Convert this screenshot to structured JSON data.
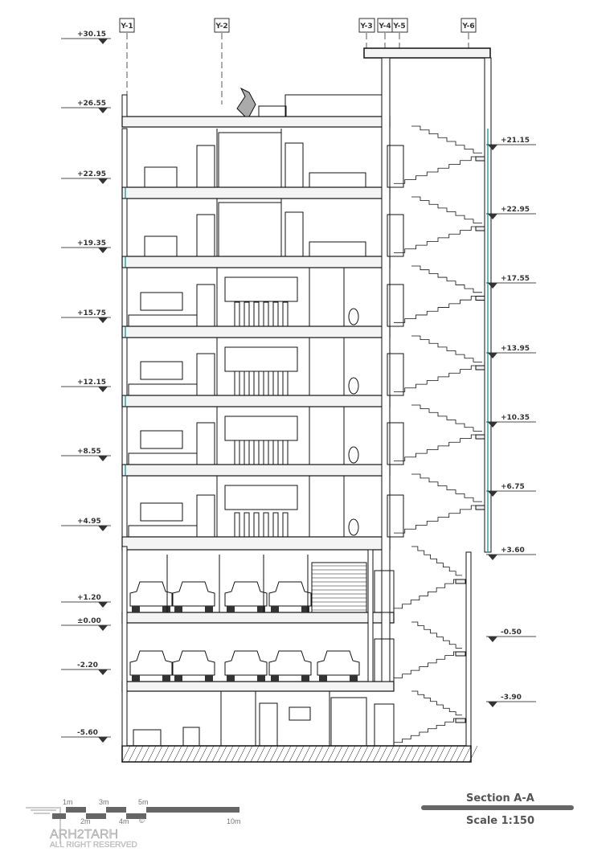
{
  "grid_axes": [
    "Y-1",
    "Y-2",
    "Y-3",
    "Y-4",
    "Y-5",
    "Y-6"
  ],
  "levels_left": [
    "+30.15",
    "+26.55",
    "+22.95",
    "+19.35",
    "+15.75",
    "+12.15",
    "+8.55",
    "+4.95",
    "+1.20",
    "±0.00",
    "-2.20",
    "-5.60"
  ],
  "levels_right": [
    "+21.15",
    "+22.95",
    "+17.55",
    "+13.95",
    "+10.35",
    "+6.75",
    "+3.60",
    "-0.50",
    "-3.90"
  ],
  "scale_bar": {
    "ticks_top": [
      "1m",
      "3m",
      "5m"
    ],
    "ticks_bottom": [
      "2m",
      "4m",
      "10m"
    ]
  },
  "watermark": {
    "brand": "ARH2TARH",
    "rights": "ALL RIGHT RESERVED",
    "symbol": "©"
  },
  "title": {
    "section": "Section A-A",
    "scale": "Scale 1:150"
  },
  "colors": {
    "line": "#111111",
    "glass": "#2aa7a7",
    "title": "#555555",
    "bar": "#666666"
  }
}
